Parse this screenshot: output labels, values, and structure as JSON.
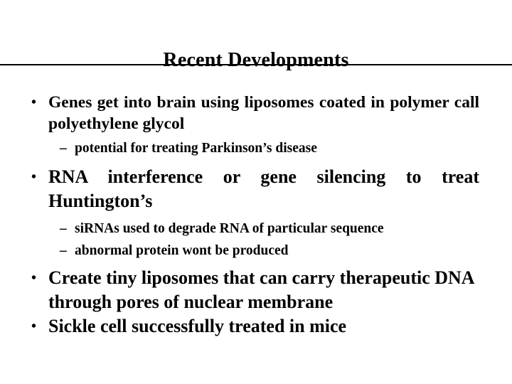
{
  "slide": {
    "title": "Recent Developments",
    "bullet_marker": "•",
    "sub_marker": "–",
    "content": [
      {
        "level": 1,
        "size": "size-a",
        "text": "Genes get into brain using liposomes coated in polymer call polyethylene glycol",
        "justify": true
      },
      {
        "level": 2,
        "text": "potential for treating Parkinson’s  disease"
      },
      {
        "level": 1,
        "size": "size-b",
        "text": "RNA interference or gene silencing to treat Huntington’s",
        "justify": true
      },
      {
        "level": 2,
        "text": "siRNAs used to degrade RNA of particular sequence"
      },
      {
        "level": 2,
        "text": "abnormal protein wont be produced"
      },
      {
        "level": 1,
        "size": "size-b",
        "text": "Create tiny liposomes that can carry therapeutic DNA through pores of nuclear membrane",
        "justify": false
      },
      {
        "level": 1,
        "size": "size-b",
        "text": " Sickle cell successfully treated in mice",
        "justify": false
      }
    ]
  },
  "colors": {
    "text": "#000000",
    "background": "#ffffff",
    "rule": "#000000"
  }
}
